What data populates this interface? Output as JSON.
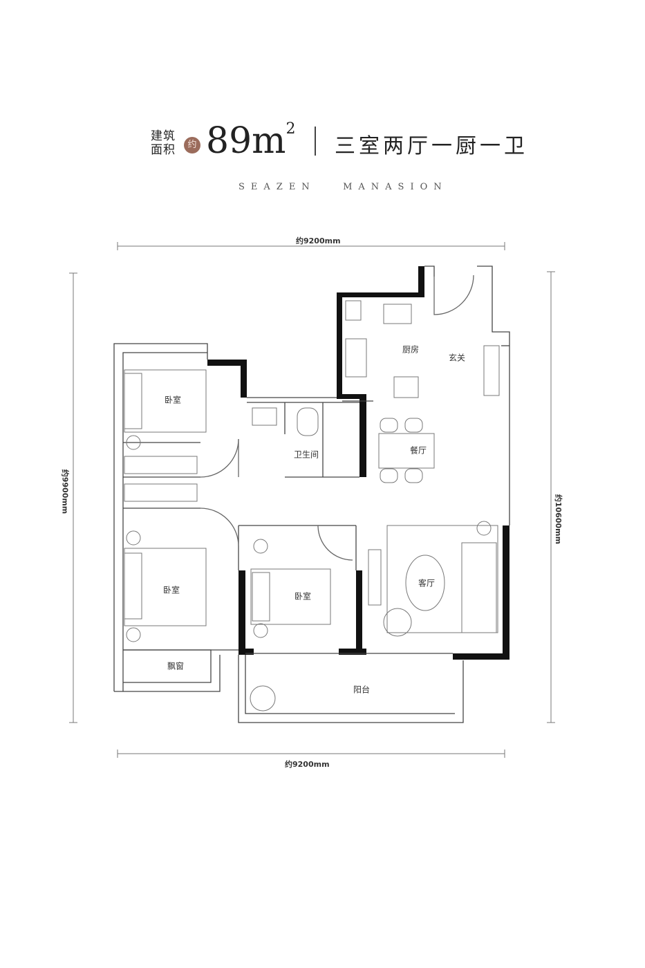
{
  "header": {
    "area_label_line1": "建筑",
    "area_label_line2": "面积",
    "approx_badge": "约",
    "area_value": "89m",
    "area_superscript": "2",
    "layout": "三室两厅一厨一卫",
    "brand": "SEAZEN   MANASION",
    "badge_color": "#9b6c5c"
  },
  "dimensions": {
    "top": "约9200mm",
    "bottom": "约9200mm",
    "left": "约9900mm",
    "right": "约10600mm"
  },
  "rooms": {
    "bedroom_1": "卧室",
    "bedroom_2": "卧室",
    "bedroom_3": "卧室",
    "bathroom": "卫生间",
    "kitchen": "厨房",
    "entrance": "玄关",
    "dining": "餐厅",
    "living": "客厅",
    "bay_window": "飘窗",
    "balcony": "阳台"
  }
}
